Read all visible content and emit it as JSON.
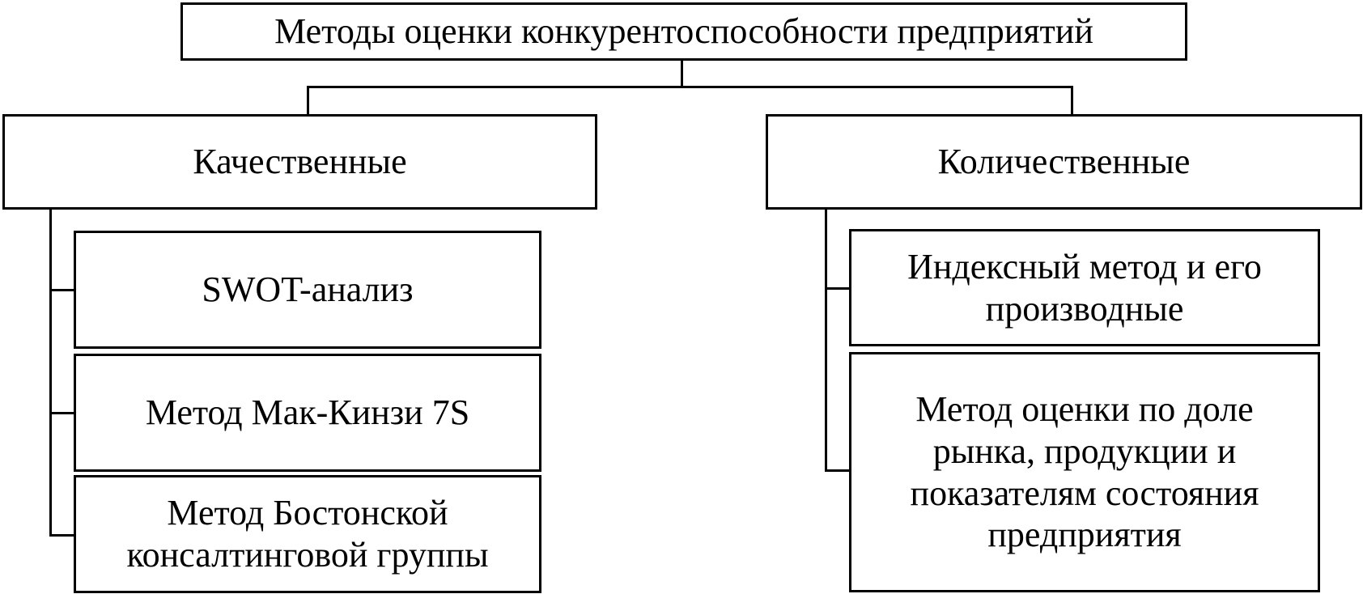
{
  "diagram": {
    "root": {
      "label": "Методы оценки конкурентоспособности предприятий"
    },
    "branches": [
      {
        "label": "Качественные",
        "items": [
          {
            "lines": [
              "SWOT-анализ"
            ]
          },
          {
            "lines": [
              "Метод Мак-Кинзи 7S"
            ]
          },
          {
            "lines": [
              "Метод Бостонской",
              "консалтинговой группы"
            ]
          }
        ]
      },
      {
        "label": "Количественные",
        "items": [
          {
            "lines": [
              "Индексный метод и его",
              "производные"
            ]
          },
          {
            "lines": [
              "Метод оценки по доле",
              "рынка, продукции и",
              "показателям состояния",
              "предприятия"
            ]
          }
        ]
      }
    ]
  }
}
